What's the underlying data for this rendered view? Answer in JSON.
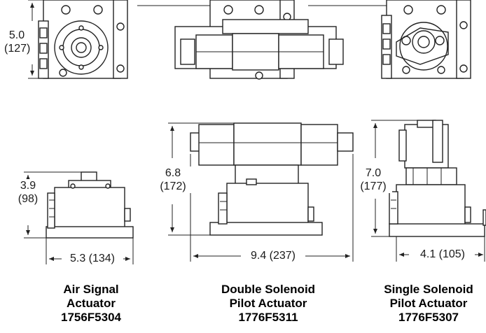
{
  "top_row": {
    "left_height": {
      "value": "5.0",
      "metric": "(127)"
    }
  },
  "actuators": [
    {
      "name_line1": "Air Signal",
      "name_line2": "Actuator",
      "part_number": "1756F5304",
      "height": {
        "value": "3.9",
        "metric": "(98)"
      },
      "width": "5.3 (134)"
    },
    {
      "name_line1": "Double Solenoid",
      "name_line2": "Pilot Actuator",
      "part_number": "1776F5311",
      "height": {
        "value": "6.8",
        "metric": "(172)"
      },
      "width": "9.4 (237)"
    },
    {
      "name_line1": "Single Solenoid",
      "name_line2": "Pilot Actuator",
      "part_number": "1776F5307",
      "height": {
        "value": "7.0",
        "metric": "(177)"
      },
      "width": "4.1 (105)"
    }
  ]
}
